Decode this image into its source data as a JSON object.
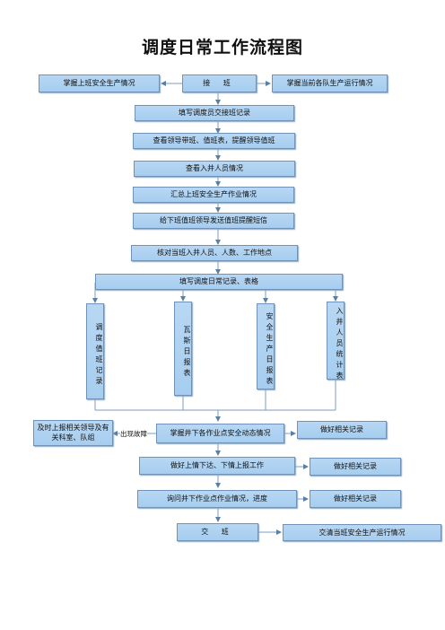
{
  "title": "调度日常工作流程图",
  "nodes": {
    "handover_in": "接 班",
    "left_top": "掌握上班安全生产情况",
    "right_top": "掌握当前各队生产运行情况",
    "step1": "填写调度员交接班记录",
    "step2": "查看领导带班、值班表，提醒领导值班",
    "step3": "查看入井人员情况",
    "step4": "汇总上班安全生产作业情况",
    "step5": "给下班值班领导发送值班提醒短信",
    "step6": "核对当班入井人员、人数、工作地点",
    "step7": "填写调度日常记录、表格",
    "col1": "调度值班记录",
    "col2": "瓦斯日报表",
    "col3": "安全生产日报表",
    "col4": "入井人员统计表",
    "monitor": "掌握井下各作业点安全动态情况",
    "report_up": "及时上报相关领导及有关科室、队组",
    "fault_label": "出现故障",
    "record1": "做好相关记录",
    "relay": "做好上情下达、下情上报工作",
    "record2": "做好相关记录",
    "inquire": "询问井下作业点作业情况，进度",
    "record3": "做好相关记录",
    "handover_out": "交 班",
    "handover_note": "交清当班安全生产运行情况"
  }
}
